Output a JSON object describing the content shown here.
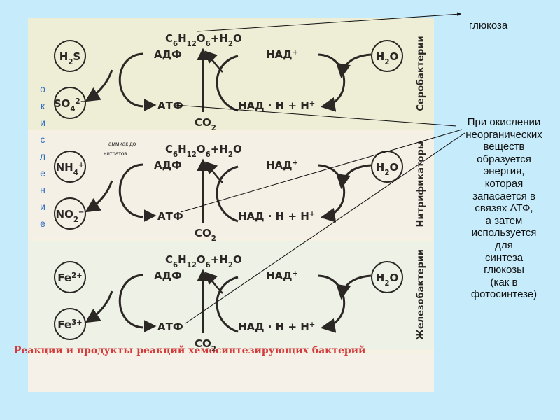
{
  "side_word": [
    "о",
    "к",
    "и",
    "с",
    "л",
    "е",
    "н",
    "и",
    "е"
  ],
  "glucose_label": "глюкоза",
  "explanation_lines": [
    "При окислении",
    "неорганических",
    "веществ",
    "образуется",
    "энергия,",
    "которая",
    "запасается в",
    "связях  АТФ,",
    "а затем",
    "используется",
    "для",
    "синтеза",
    "глюкозы",
    "(как в",
    "фотосинтезе)"
  ],
  "caption": "Реакции и продукты реакций хемосинтезирующих бактерий",
  "ammonia_note": [
    "аммиак до",
    "нитратов"
  ],
  "panels": [
    {
      "group": "Серобактерии",
      "top_substrate": {
        "base": "H",
        "sub": "2",
        "tail": "S"
      },
      "bottom_product": {
        "base": "SO",
        "sub": "4",
        "sup": "2−"
      },
      "glucose": {
        "p1": "C",
        "s1": "6",
        "p2": "H",
        "s2": "12",
        "p3": "O",
        "s3": "6",
        "p4": "+H",
        "s4": "2",
        "p5": "O"
      },
      "adp": "АДФ",
      "atp": "АТФ",
      "co2": {
        "base": "CO",
        "sub": "2"
      },
      "nad": {
        "base": "НАД",
        "sup": "+"
      },
      "nadh": {
        "base": "НАД · Н + Н",
        "sup": "+"
      },
      "water": {
        "base": "H",
        "sub": "2",
        "tail": "O"
      }
    },
    {
      "group": "Нитрификаторы",
      "top_substrate": {
        "base": "NH",
        "sub": "4",
        "sup": "+"
      },
      "bottom_product": {
        "base": "NO",
        "sub": "2",
        "sup": "−"
      },
      "glucose": {
        "p1": "C",
        "s1": "6",
        "p2": "H",
        "s2": "12",
        "p3": "O",
        "s3": "6",
        "p4": "+H",
        "s4": "2",
        "p5": "O"
      },
      "adp": "АДФ",
      "atp": "АТФ",
      "co2": {
        "base": "CO",
        "sub": "2"
      },
      "nad": {
        "base": "НАД",
        "sup": "+"
      },
      "nadh": {
        "base": "НАД · Н + Н",
        "sup": "+"
      },
      "water": {
        "base": "H",
        "sub": "2",
        "tail": "O"
      }
    },
    {
      "group": "Железобактерии",
      "top_substrate": {
        "base": "Fe",
        "sup": "2+"
      },
      "bottom_product": {
        "base": "Fe",
        "sup": "3+"
      },
      "glucose": {
        "p1": "C",
        "s1": "6",
        "p2": "H",
        "s2": "12",
        "p3": "O",
        "s3": "6",
        "p4": "+H",
        "s4": "2",
        "p5": "O"
      },
      "adp": "АДФ",
      "atp": "АТФ",
      "co2": {
        "base": "CO",
        "sub": "2"
      },
      "nad": {
        "base": "НАД",
        "sup": "+"
      },
      "nadh": {
        "base": "НАД · Н + Н",
        "sup": "+"
      },
      "water": {
        "base": "H",
        "sub": "2",
        "tail": "O"
      }
    }
  ],
  "colors": {
    "background": "#c6ecfb",
    "side_word": "#2f6fc4",
    "caption": "#d43a3c",
    "ink": "#2a2724"
  }
}
